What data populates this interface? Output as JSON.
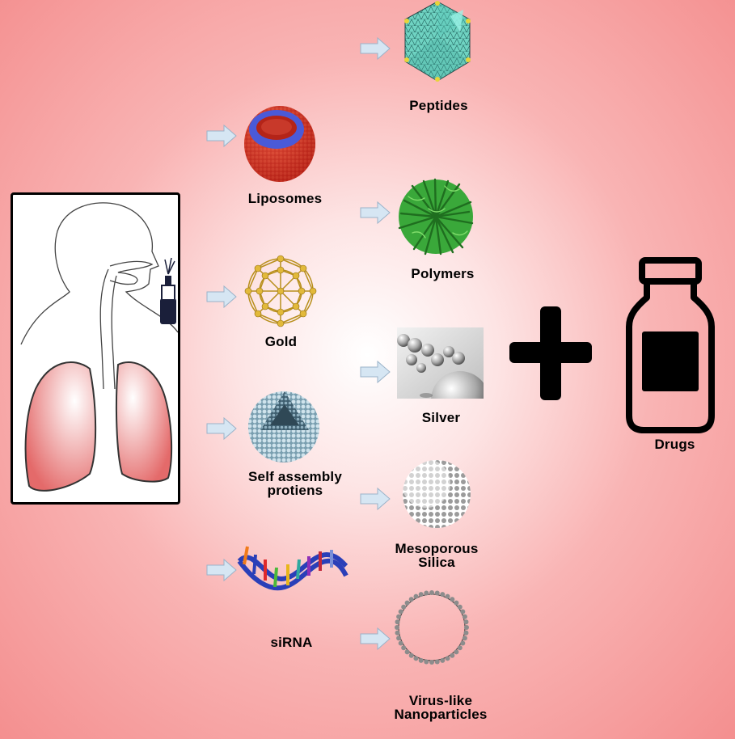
{
  "nodes": {
    "peptides": {
      "label": "Peptides"
    },
    "liposomes": {
      "label": "Liposomes"
    },
    "polymers": {
      "label": "Polymers"
    },
    "gold": {
      "label": "Gold"
    },
    "silver": {
      "label": "Silver"
    },
    "self_assembly": {
      "label": "Self assembly\nprotiens"
    },
    "mesoporous": {
      "label": "Mesoporous\nSilica"
    },
    "sirna": {
      "label": "siRNA"
    },
    "virus_like": {
      "label": "Virus-like\nNanoparticles"
    },
    "drugs": {
      "label": "Drugs"
    }
  },
  "colors": {
    "background_center": "#ffffff",
    "background_edge": "#f48f8f",
    "arrow_fill": "#d6e6f3",
    "lung_fill": "#e46a6a",
    "liposome_red": "#d22a1e",
    "liposome_blue": "#4a5ad8",
    "gold": "#d8b13a",
    "polymer_green": "#2f9b2f",
    "peptide_teal": "#5ac8b8"
  },
  "icons": [
    "lungs-inhaler-icon",
    "peptide-capsid-icon",
    "liposome-icon",
    "polymer-icon",
    "gold-nanoparticle-icon",
    "silver-nanoparticle-icon",
    "protein-cage-icon",
    "mesoporous-silica-icon",
    "sirna-helix-icon",
    "virus-like-particle-icon",
    "plus-icon",
    "drug-bottle-icon"
  ]
}
